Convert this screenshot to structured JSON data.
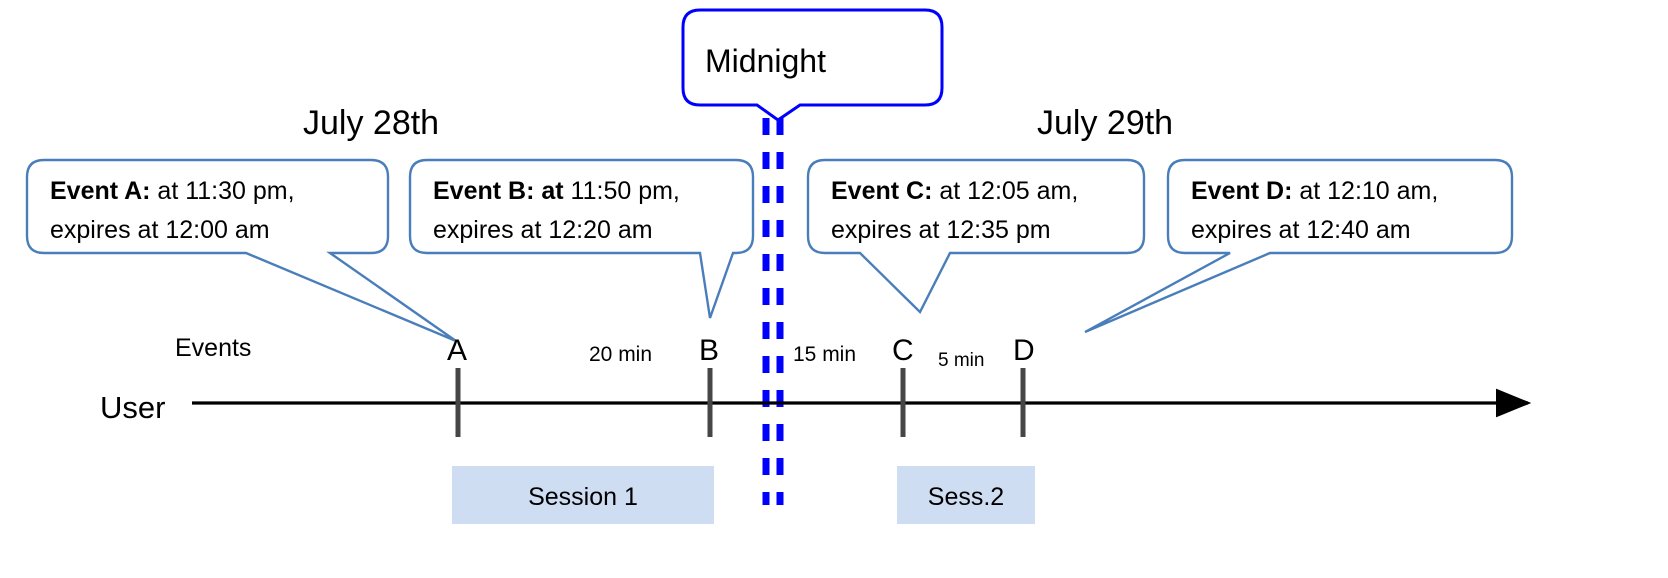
{
  "diagram": {
    "title_hidden": "",
    "midnight": {
      "label": "Midnight",
      "border_color": "#0000FF"
    },
    "dates": [
      {
        "label": "July 28th"
      },
      {
        "label": "July 29th"
      }
    ],
    "callouts": [
      {
        "id": "event-a",
        "bold_prefix": "Event A:",
        "line1_rest": " at 11:30 pm,",
        "line2": "expires at 12:00 am",
        "border_color": "#4A7EBB"
      },
      {
        "id": "event-b",
        "bold_prefix": "Event B: at",
        "line1_rest": " 11:50 pm,",
        "line2": "expires at 12:20 am",
        "border_color": "#4A7EBB"
      },
      {
        "id": "event-c",
        "bold_prefix": "Event C:",
        "line1_rest": " at 12:05 am,",
        "line2": "expires at 12:35 pm",
        "border_color": "#4A7EBB"
      },
      {
        "id": "event-d",
        "bold_prefix": "Event D:",
        "line1_rest": "  at 12:10 am,",
        "line2": "expires at 12:40 am",
        "border_color": "#4A7EBB"
      }
    ],
    "axis": {
      "row_label": "User",
      "events_label": "Events",
      "arrow_color": "#000000"
    },
    "ticks": [
      {
        "label": "A"
      },
      {
        "label": "B"
      },
      {
        "label": "C"
      },
      {
        "label": "D"
      }
    ],
    "intervals": [
      {
        "label": "20 min"
      },
      {
        "label": "15 min"
      },
      {
        "label": "5 min"
      }
    ],
    "sessions": [
      {
        "label": "Session 1",
        "fill": "#CFDDF3"
      },
      {
        "label": "Sess.2",
        "fill": "#CFDDF3"
      }
    ]
  }
}
